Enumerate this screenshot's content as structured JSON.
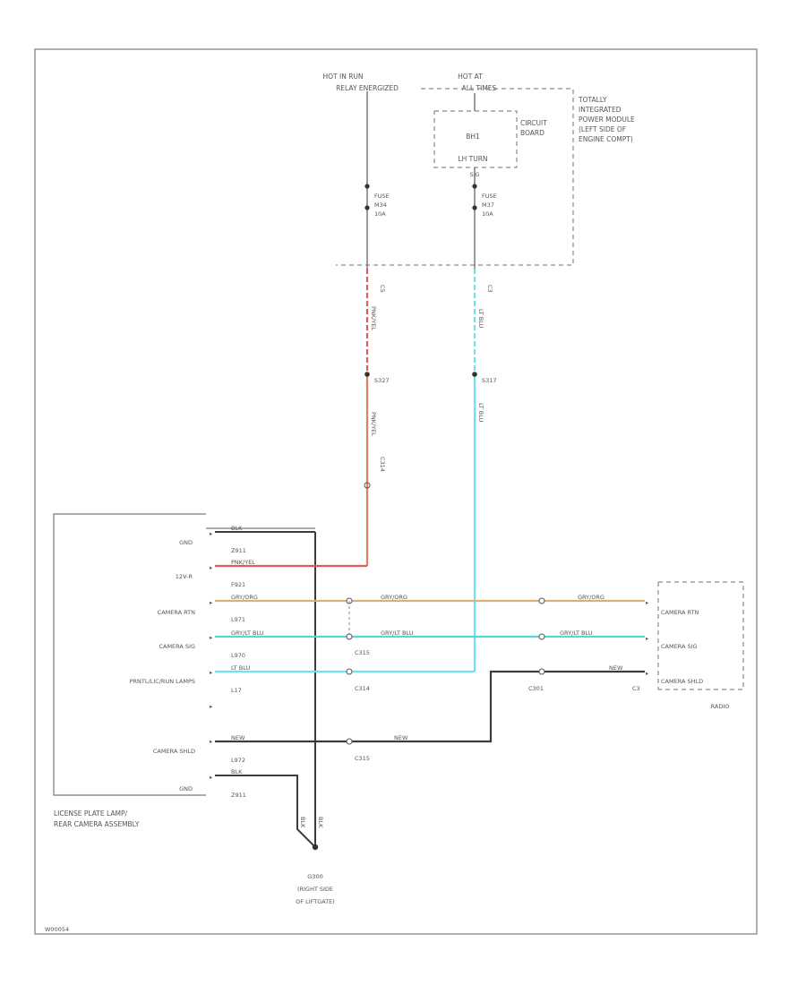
{
  "diagram_id": "W00054",
  "power": {
    "hot_run_line1": "HOT IN RUN",
    "hot_run_line2": "RELAY ENERGIZED",
    "hot_at_line1": "HOT AT",
    "hot_at_line2": "ALL TIMES"
  },
  "tipm": {
    "line1": "TOTALLY",
    "line2": "INTEGRATED",
    "line3": "POWER MODULE",
    "line4": "(LEFT SIDE OF",
    "line5": "ENGINE COMPT)",
    "board_line1": "CIRCUIT",
    "board_line2": "BOARD",
    "relay_name": "BH1",
    "relay_label": "LH TURN",
    "relay_sub": "SIG",
    "fuse_left_line1": "FUSE",
    "fuse_left_line2": "M34",
    "fuse_left_line3": "10A",
    "fuse_right_line1": "FUSE",
    "fuse_right_line2": "M37",
    "fuse_right_line3": "10A",
    "conn_left": "C5",
    "conn_right": "C3"
  },
  "wires": {
    "run_feed_color": "PNK/YEL",
    "batt_feed_color": "LT BLU",
    "splice_left": "S327",
    "splice_right": "S317",
    "inline_connector": "C314",
    "gnd_color": "BLK",
    "gnd_circuit": "Z911",
    "vdc_color": "PNK/YEL",
    "vdc_circuit": "F921",
    "rtn_color": "GRY/ORG",
    "rtn_circuit": "L971",
    "sig_color": "GRY/LT BLU",
    "sig_circuit": "L970",
    "lamp_color": "LT BLU",
    "lamp_circuit": "L17",
    "shld_color": "NEW",
    "shld_circuit": "L972",
    "conn_c315": "C315",
    "conn_c314": "C314",
    "conn_c301": "C301",
    "conn_c3": "C3",
    "gnd_wire_left": "BLK",
    "gnd_wire_right": "BLK"
  },
  "camera": {
    "pin_gnd_top": "GND",
    "pin_vdc": "12V-R",
    "pin_rtn": "CAMERA RTN",
    "pin_sig": "CAMERA SIG",
    "pin_lamps": "PRNTL/LIC/RUN LAMPS",
    "pin_shld": "CAMERA SHLD",
    "pin_gnd_bottom": "GND",
    "title_line1": "LICENSE PLATE LAMP/",
    "title_line2": "REAR CAMERA ASSEMBLY"
  },
  "radio": {
    "pin_rtn": "CAMERA RTN",
    "pin_sig": "CAMERA SIG",
    "pin_shld": "CAMERA SHLD",
    "name": "RADIO"
  },
  "ground": {
    "name": "G300",
    "line2": "(RIGHT SIDE",
    "line3": "OF LIFTGATE)"
  },
  "colors": {
    "pink_red": "#e45a5a",
    "light_blue": "#6fe3ec",
    "gray_orange": "#d9b07c",
    "gray_lt_blue": "#56d6d6",
    "ground": "#3c3c3c",
    "line": "#7a7a7a"
  }
}
